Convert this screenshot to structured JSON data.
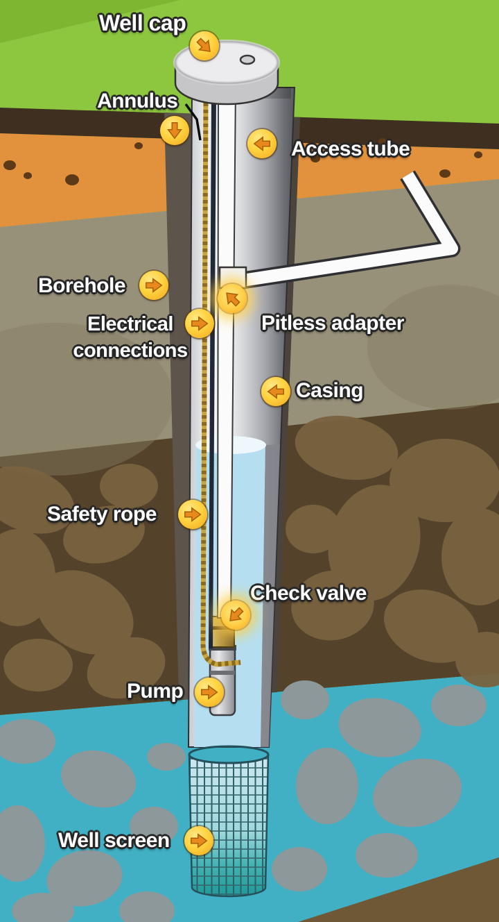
{
  "labels": {
    "well_cap": "Well cap",
    "annulus": "Annulus",
    "access_tube": "Access tube",
    "borehole": "Borehole",
    "electrical_line1": "Electrical",
    "electrical_line2": "connections",
    "pitless_adapter": "Pitless adapter",
    "casing": "Casing",
    "safety_rope": "Safety rope",
    "check_valve": "Check valve",
    "pump": "Pump",
    "well_screen": "Well screen"
  },
  "icons": {
    "well_cap": {
      "name": "well-cap-arrow-icon",
      "direction": "down-right",
      "glow": false
    },
    "annulus": {
      "name": "annulus-arrow-icon",
      "direction": "down",
      "glow": false
    },
    "access_tube": {
      "name": "access-tube-arrow-icon",
      "direction": "left",
      "glow": false
    },
    "borehole": {
      "name": "borehole-arrow-icon",
      "direction": "right",
      "glow": false
    },
    "electrical": {
      "name": "electrical-arrow-icon",
      "direction": "right",
      "glow": false
    },
    "pitless_adapter": {
      "name": "pitless-adapter-arrow-icon",
      "direction": "up-left",
      "glow": true
    },
    "casing": {
      "name": "casing-arrow-icon",
      "direction": "left",
      "glow": false
    },
    "safety_rope": {
      "name": "safety-rope-arrow-icon",
      "direction": "right",
      "glow": false
    },
    "check_valve": {
      "name": "check-valve-arrow-icon",
      "direction": "down-left",
      "glow": true
    },
    "pump": {
      "name": "pump-arrow-icon",
      "direction": "right",
      "glow": false
    },
    "well_screen": {
      "name": "well-screen-arrow-icon",
      "direction": "right",
      "glow": false
    }
  },
  "colors": {
    "grass": "#8dc63f",
    "grass_dark": "#7bb12e",
    "topsoil": "#3e2f21",
    "subsoil": "#e2913d",
    "speckle": "#5c3a17",
    "olive": "#98917a",
    "olive_patch": "#867e62",
    "brown": "#55422a",
    "brown_blob": "#7a6340",
    "aquifer": "#41b0c5",
    "aquifer_rock": "#8d989a",
    "bedrock": "#6f5836",
    "borehole_fill": "#5d554b",
    "water": "#b5dff0",
    "water_surface": "#eef7fb",
    "pipe_white": "#fbfbfb",
    "rope_gold": "#c9a53f",
    "rope_dark": "#8a6a1e",
    "brass": "#b39140",
    "icon_yellow": "#ffd23f",
    "icon_orange": "#e8891d",
    "label_text": "#ffffff",
    "outline": "#2f2f33"
  }
}
